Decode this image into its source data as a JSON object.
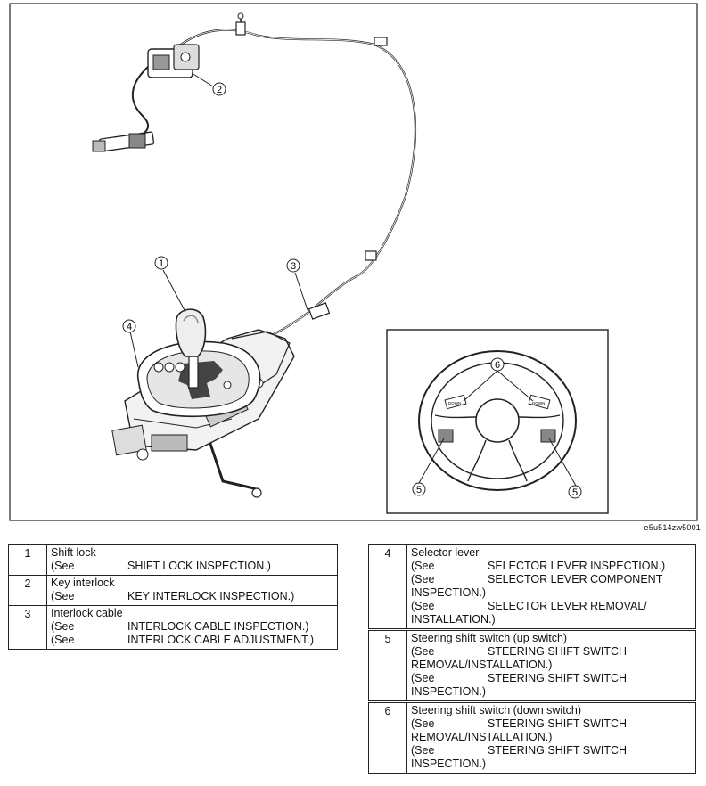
{
  "figure": {
    "callouts": [
      "1",
      "2",
      "3",
      "4",
      "5",
      "6"
    ],
    "inset_labels": {
      "down_left": "DOWN",
      "down_right": "DOWN"
    },
    "code": "e5u514zw5001"
  },
  "legend_left": [
    {
      "num": "1",
      "title": "Shift lock",
      "refs": [
        {
          "see": "(See",
          "text": "SHIFT LOCK INSPECTION.)"
        }
      ]
    },
    {
      "num": "2",
      "title": "Key interlock",
      "refs": [
        {
          "see": "(See",
          "text": "KEY INTERLOCK INSPECTION.)"
        }
      ]
    },
    {
      "num": "3",
      "title": "Interlock cable",
      "refs": [
        {
          "see": "(See",
          "text": "INTERLOCK CABLE INSPECTION.)"
        },
        {
          "see": "(See",
          "text": "INTERLOCK CABLE ADJUSTMENT.)"
        }
      ]
    }
  ],
  "legend_right": [
    {
      "num": "4",
      "title": "Selector lever",
      "refs": [
        {
          "see": "(See",
          "text": "SELECTOR LEVER INSPECTION.)"
        },
        {
          "see": "(See",
          "text": "SELECTOR LEVER COMPONENT",
          "cont": "INSPECTION.)"
        },
        {
          "see": "(See",
          "text": "SELECTOR LEVER REMOVAL/",
          "cont": "INSTALLATION.)"
        }
      ]
    },
    {
      "num": "5",
      "title": "Steering shift switch (up switch)",
      "refs": [
        {
          "see": "(See",
          "text": "STEERING SHIFT SWITCH",
          "cont": "REMOVAL/INSTALLATION.)"
        },
        {
          "see": "(See",
          "text": "STEERING SHIFT SWITCH",
          "cont": "INSPECTION.)"
        }
      ]
    },
    {
      "num": "6",
      "title": "Steering shift switch (down switch)",
      "refs": [
        {
          "see": "(See",
          "text": "STEERING SHIFT SWITCH",
          "cont": "REMOVAL/INSTALLATION.)"
        },
        {
          "see": "(See",
          "text": "STEERING SHIFT SWITCH",
          "cont": "INSPECTION.)"
        }
      ]
    }
  ]
}
